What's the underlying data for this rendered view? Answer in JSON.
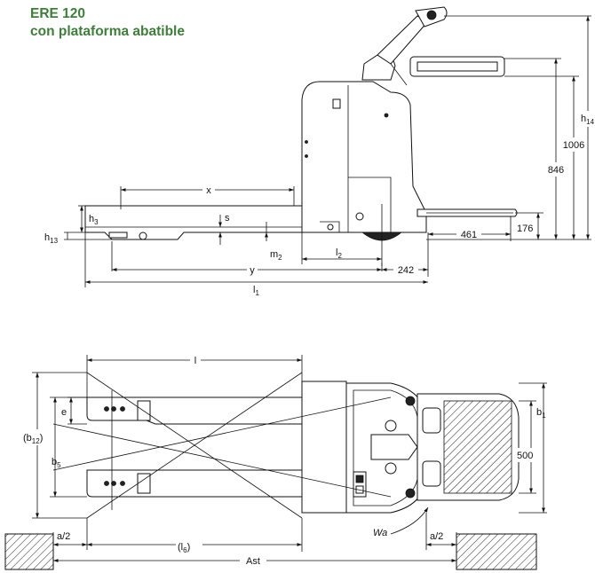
{
  "title": {
    "line1": "ERE 120",
    "line2": "con plataforma abatible"
  },
  "side_view": {
    "labels": {
      "x": "x",
      "h3": "h",
      "h3_sub": "3",
      "h13": "h",
      "h13_sub": "13",
      "s": "s",
      "m2": "m",
      "m2_sub": "2",
      "y": "y",
      "l2": "l",
      "l2_sub": "2",
      "l1": "l",
      "l1_sub": "1",
      "h14": "h",
      "h14_sub": "14"
    },
    "values": {
      "v242": "242",
      "v461": "461",
      "v176": "176",
      "v846": "846",
      "v1006": "1006"
    }
  },
  "top_view": {
    "labels": {
      "l": "l",
      "e": "e",
      "b12": "(b",
      "b12_sub": "12",
      "b12_close": ")",
      "b5": "b",
      "b5_sub": "5",
      "b1": "b",
      "b1_sub": "1",
      "wa": "Wa",
      "a2_left": "a/2",
      "a2_right": "a/2",
      "l6": "(l",
      "l6_sub": "6",
      "l6_close": ")",
      "ast": "Ast"
    },
    "values": {
      "v500": "500"
    }
  },
  "colors": {
    "title": "#3f7e3a",
    "lines": "#111111"
  }
}
